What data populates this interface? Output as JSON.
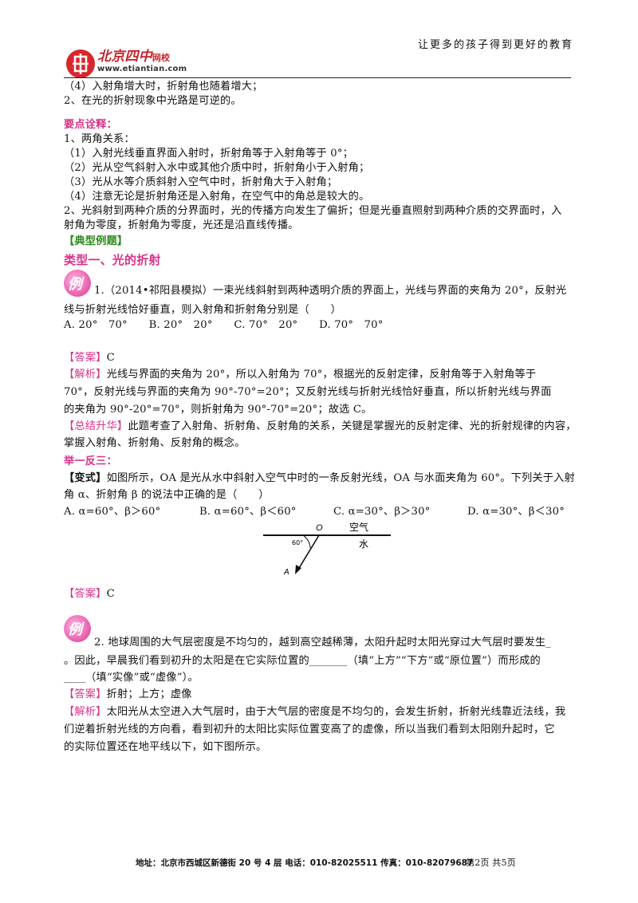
{
  "header": {
    "logo_cn": "北京四中",
    "logo_suffix": "网校",
    "logo_url": "www.etiantian.com",
    "slogan": "让更多的孩子得到更好的教育"
  },
  "intro": {
    "line1": "（4）入射角增大时，折射角也随着增大；",
    "line2": "2、在光的折射现象中光路是可逆的。"
  },
  "points": {
    "heading": "要点诠释：",
    "lines": [
      "1、两角关系：",
      "（1）入射光线垂直界面入射时，折射角等于入射角等于 0°；",
      "（2）光从空气斜射入水中或其他介质中时，折射角小于入射角；",
      "（3）光从水等介质斜射入空气中时，折射角大于入射角；",
      "（4）注意无论是折射角还是入射角，在空气中的角总是较大的。",
      "2、光斜射到两种介质的分界面时，光的传播方向发生了偏折；但是光垂直照射到两种介质的交界面时，入",
      "射角为零度，折射角为零度，光还是沿直线传播。"
    ]
  },
  "section_title": "【典型例题】",
  "type_title": "类型一、光的折射",
  "badge_char": "例",
  "q1": {
    "line1": "1.（2014•祁阳县模拟）一束光线斜射到两种透明介质的界面上，光线与界面的夹角为 20°，反射光",
    "line2": "线与折射光线恰好垂直，则入射角和折射角分别是（　　）",
    "options": "A. 20°　70°　　B. 20°　20°　　C. 70°　20°　　D. 70°　70°",
    "answer_label": "【答案】",
    "answer": "C",
    "analysis_label": "【解析】",
    "analysis": [
      "光线与界面的夹角为 20°，所以入射角为 70°，根据光的反射定律，反射角等于入射角等于",
      "70°，反射光线与界面的夹角为 90°-70°=20°；又反射光线与折射光线恰好垂直，所以折射光线与界面",
      "的夹角为 90°-20°=70°，则折射角为 90°-70°=20°；故选 C。"
    ],
    "summary_label": "【总结升华】",
    "summary": [
      "此题考查了入射角、折射角、反射角的关系，关键是掌握光的反射定律、光的折射规律的内容，",
      "掌握入射角、折射角、反射角的概念。"
    ]
  },
  "variant": {
    "heading": "举一反三：",
    "label": "【变式】",
    "line1": "如图所示，OA 是光从水中斜射入空气中时的一条反射光线，OA 与水面夹角为 60°。下列关于入射",
    "line2": "角 α、折射角 β 的说法中正确的是（　　）",
    "opt_a": "A. α=60°、β＞60°",
    "opt_b": "B. α=60°、β＜60°",
    "opt_c": "C. α=30°、β＞30°",
    "opt_d": "D. α=30°、β＜30°",
    "fig_o": "O",
    "fig_air": "空气",
    "fig_water": "水",
    "fig_angle": "60°",
    "fig_a": "A",
    "answer_label": "【答案】",
    "answer": "C"
  },
  "q2": {
    "line1": "2. 地球周围的大气层密度是不均匀的，越到高空越稀薄，太阳升起时太阳光穿过大气层时要发生_",
    "line2": "。因此，早晨我们看到初升的太阳是在它实际位置的_______（填“上方”“下方”或“原位置”）而形成的",
    "line3": "____（填“实像”或“虚像”）。",
    "answer_label": "【答案】",
    "answer": "折射；上方；虚像",
    "analysis_label": "【解析】",
    "analysis": [
      "太阳光从太空进入大气层时，由于大气层的密度是不均匀的，会发生折射，折射光线靠近法线，我",
      "们逆着折射光线的方向看，看到初升的太阳比实际位置变高了的虚像，所以当我们看到太阳刚升起时，它",
      "的实际位置还在地平线以下，如下图所示。"
    ]
  },
  "footer": {
    "address": "地址：北京市西城区新德街 20 号 4 层  电话：010-82025511  传真：010-82079687",
    "page": "第2页  共5页"
  }
}
